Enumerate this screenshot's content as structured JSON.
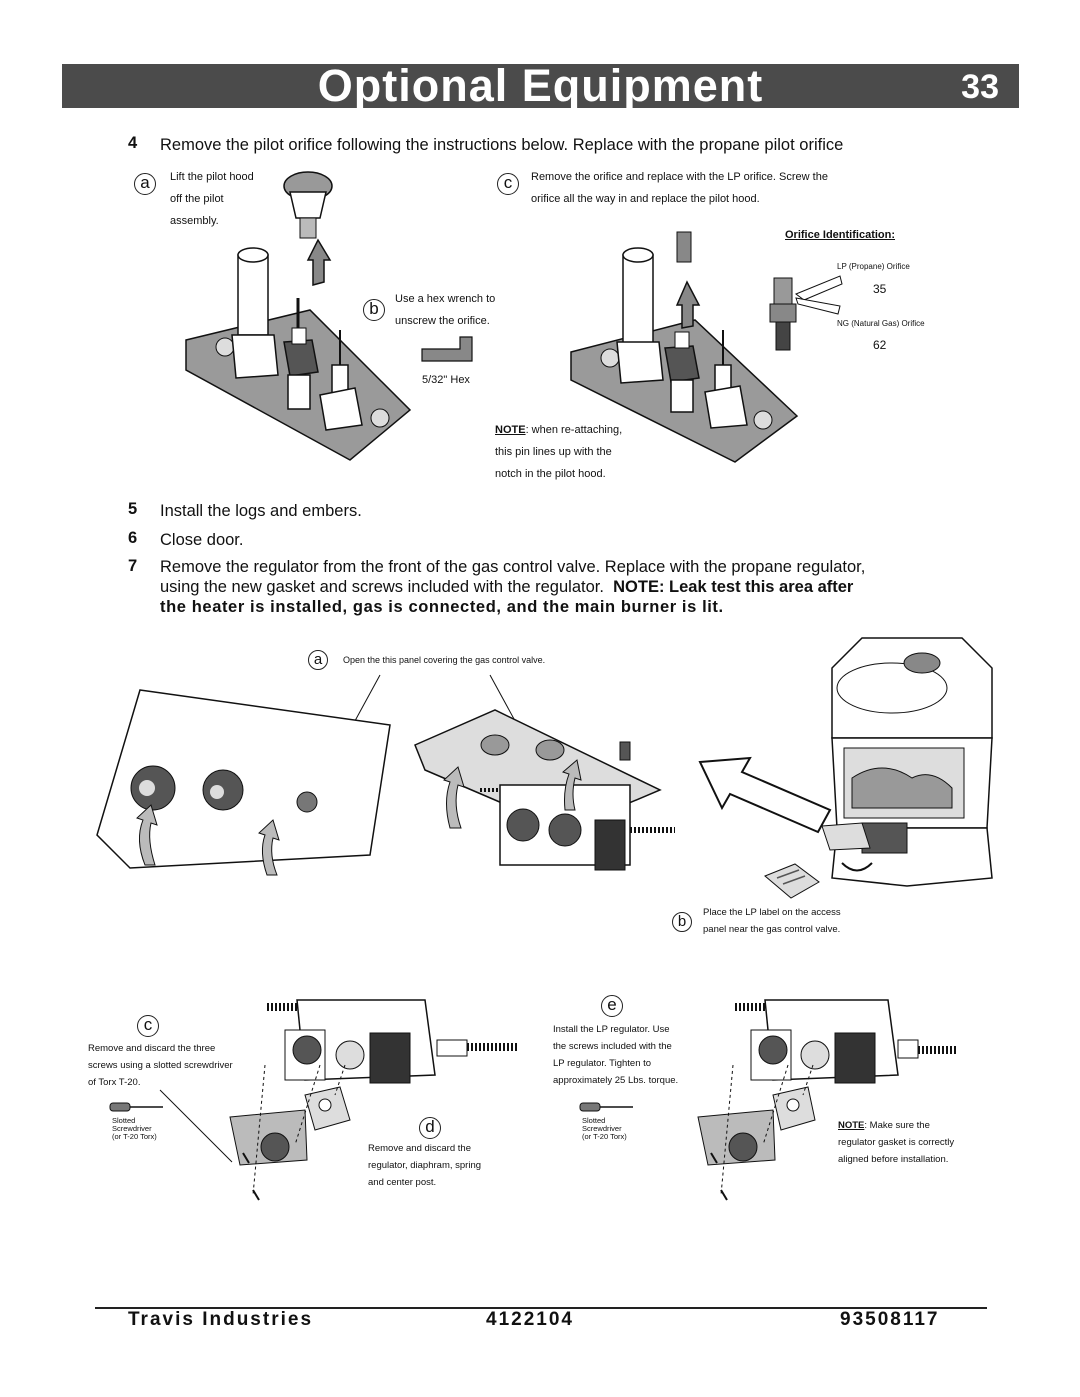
{
  "header": {
    "title": "Optional  Equipment",
    "page_number": "33"
  },
  "step4": {
    "number": "4",
    "text": "Remove the pilot orifice following the instructions below.  Replace with the propane pilot orifice"
  },
  "pilot": {
    "a_letter": "a",
    "a_text": [
      "Lift the pilot hood",
      "off the pilot",
      "assembly."
    ],
    "b_letter": "b",
    "b_text": [
      "Use a hex wrench to",
      "unscrew the orifice."
    ],
    "hex_label": "5/32\" Hex",
    "note_bold": "NOTE",
    "note_text": [
      ": when re-attaching,",
      "this pin lines up with the",
      "notch in the pilot hood."
    ],
    "c_letter": "c",
    "c_text": [
      "Remove the orifice and replace with the LP orifice.  Screw the",
      "orifice all the way in and replace the pilot hood."
    ],
    "orifice_heading": "Orifice Identification:",
    "lp_label": "LP (Propane) Orifice",
    "lp_number": "35",
    "ng_label": "NG (Natural Gas) Orifice",
    "ng_number": "62"
  },
  "step5": {
    "number": "5",
    "text": "Install the logs and embers."
  },
  "step6": {
    "number": "6",
    "text": "Close door."
  },
  "step7": {
    "number": "7",
    "line1": "Remove the regulator from the front of the gas control valve.  Replace with the propane regulator,",
    "line2_plain": "using the new gasket and screws included with the regulator.",
    "line2_bold": "NOTE: Leak test this area after",
    "line3_bold": "the heater is installed, gas is connected, and the main burner is lit."
  },
  "panel": {
    "a_letter": "a",
    "a_text": "Open the this panel covering the gas control valve.",
    "b_letter": "b",
    "b_text": [
      "Place the LP label on the access",
      "panel near the gas control valve."
    ]
  },
  "regulator": {
    "c_letter": "c",
    "c_text": [
      "Remove and discard the three",
      "screws using a slotted screwdriver",
      "of Torx T-20."
    ],
    "screwdriver_label": [
      "Slotted",
      "Screwdriver",
      "(or T-20 Torx)"
    ],
    "d_letter": "d",
    "d_text": [
      "Remove and discard the",
      "regulator, diaphram, spring",
      "and center post."
    ],
    "e_letter": "e",
    "e_text": [
      "Install the LP regulator.  Use",
      "the screws included with the",
      "LP regulator.  Tighten to",
      "approximately 25 Lbs. torque."
    ],
    "screwdriver_label2": [
      "Slotted",
      "Screwdriver",
      "(or T-20 Torx)"
    ],
    "note_bold": "NOTE",
    "note_text": [
      ":  Make sure the",
      "regulator gasket is correctly",
      "aligned before installation."
    ]
  },
  "footer": {
    "company": "Travis  Industries",
    "doc_number": "4122104",
    "part_number": "93508117"
  },
  "colors": {
    "header_bg": "#4b4b4b",
    "plate": "#9a9a9a",
    "text": "#111111"
  }
}
